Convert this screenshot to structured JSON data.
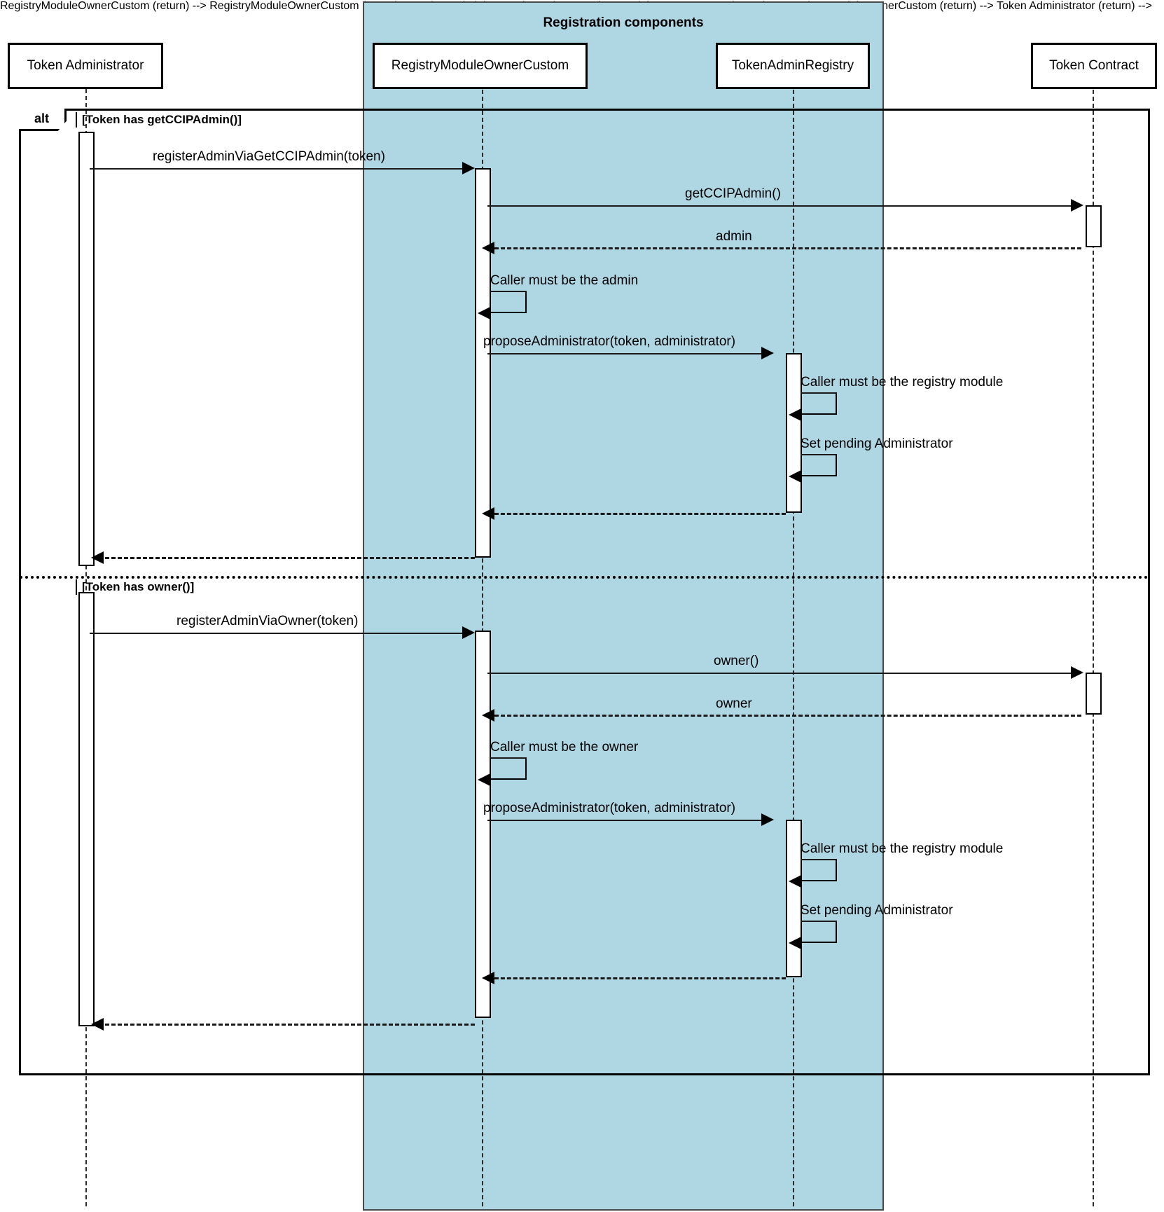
{
  "diagram": {
    "type": "uml-sequence-diagram",
    "group": {
      "title": "Registration components",
      "fill": "#aed6e3"
    },
    "participants": [
      {
        "name": "Token Administrator",
        "in_group": false
      },
      {
        "name": "RegistryModuleOwnerCustom",
        "in_group": true
      },
      {
        "name": "TokenAdminRegistry",
        "in_group": true
      },
      {
        "name": "Token Contract",
        "in_group": false
      }
    ],
    "combined_fragment": {
      "operator": "alt",
      "guards": [
        "[Token has getCCIPAdmin()]",
        "[Token has owner()]"
      ]
    },
    "messages": [
      {
        "id": "m1",
        "label": "registerAdminViaGetCCIPAdmin(token)",
        "kind": "call"
      },
      {
        "id": "m2",
        "label": "getCCIPAdmin()",
        "kind": "call"
      },
      {
        "id": "m3",
        "label": "admin",
        "kind": "return"
      },
      {
        "id": "m4",
        "label": "Caller must be the admin",
        "kind": "self"
      },
      {
        "id": "m5",
        "label": "proposeAdministrator(token, administrator)",
        "kind": "call"
      },
      {
        "id": "m6",
        "label": "Caller must be the registry module",
        "kind": "self"
      },
      {
        "id": "m7",
        "label": "Set pending Administrator",
        "kind": "self"
      },
      {
        "id": "m8",
        "label": "",
        "kind": "return"
      },
      {
        "id": "m9",
        "label": "",
        "kind": "return"
      },
      {
        "id": "m10",
        "label": "registerAdminViaOwner(token)",
        "kind": "call"
      },
      {
        "id": "m11",
        "label": "owner()",
        "kind": "call"
      },
      {
        "id": "m12",
        "label": "owner",
        "kind": "return"
      },
      {
        "id": "m13",
        "label": "Caller must be the owner",
        "kind": "self"
      },
      {
        "id": "m14",
        "label": "proposeAdministrator(token, administrator)",
        "kind": "call"
      },
      {
        "id": "m15",
        "label": "Caller must be the registry module",
        "kind": "self"
      },
      {
        "id": "m16",
        "label": "Set pending Administrator",
        "kind": "self"
      },
      {
        "id": "m17",
        "label": "",
        "kind": "return"
      },
      {
        "id": "m18",
        "label": "",
        "kind": "return"
      }
    ]
  }
}
